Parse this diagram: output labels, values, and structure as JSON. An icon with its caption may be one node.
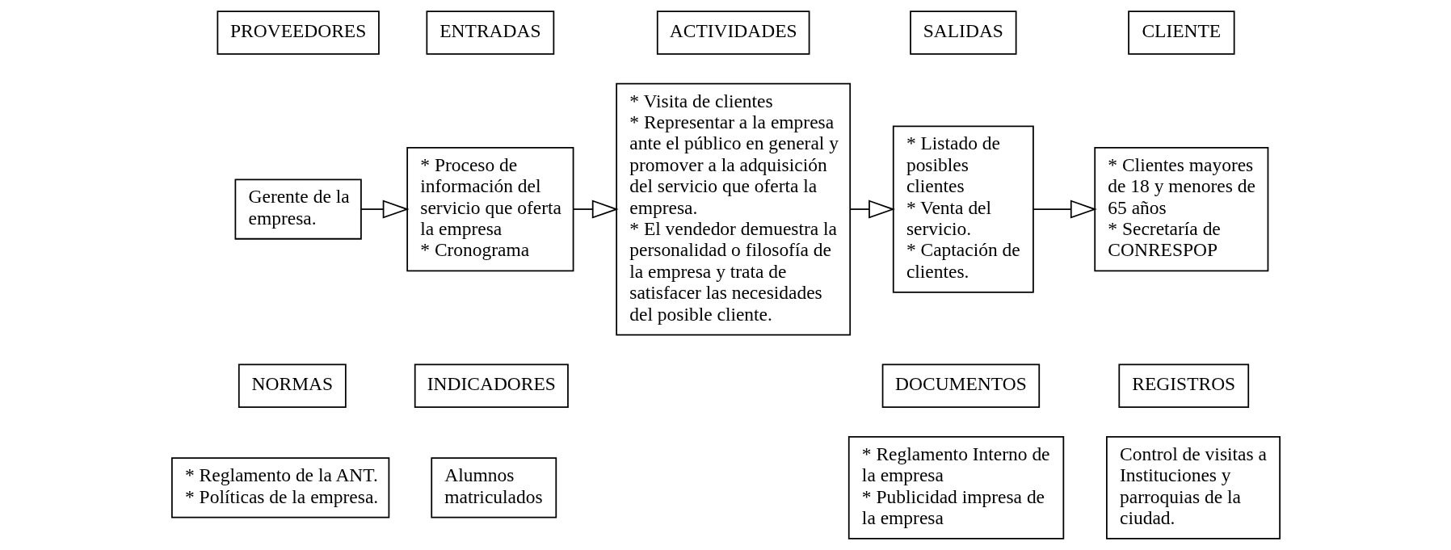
{
  "diagram": {
    "nodes": [
      {
        "text": [
          "PROVEEDORES"
        ]
      },
      {
        "text": [
          "ENTRADAS"
        ]
      },
      {
        "text": [
          "ACTIVIDADES"
        ]
      },
      {
        "text": [
          "SALIDAS"
        ]
      },
      {
        "text": [
          "CLIENTE"
        ]
      },
      {
        "text": [
          "Gerente de la empresa."
        ]
      },
      {
        "text": [
          "* Proceso de información del servicio que oferta la empresa * Cronograma"
        ]
      },
      {
        "text": [
          "* Visita de clientes * Representar a la empresa ante el público en general y promover a la adquisición del servicio que oferta la empresa. * El vendedor demuestra la personalidad o filosofía de la empresa y trata de satisfacer las necesidades del posible cliente."
        ]
      },
      {
        "text": [
          "* Listado de posibles clientes * Venta del servicio. * Captación de clientes."
        ]
      },
      {
        "text": [
          "* Clientes mayores de 18 y menores de 65 años * Secretaría de CONRESPOP"
        ]
      },
      {
        "text": [
          "NORMAS"
        ]
      },
      {
        "text": [
          "INDICADORES"
        ]
      },
      {
        "text": [
          "DOCUMENTOS"
        ]
      },
      {
        "text": [
          "REGISTROS"
        ]
      },
      {
        "text": [
          "* Reglamento de la ANT. * Políticas de la empresa."
        ]
      },
      {
        "text": [
          "Alumnos matriculados"
        ]
      },
      {
        "text": [
          "* Reglamento Interno de la empresa * Publicidad impresa de la empresa"
        ]
      },
      {
        "text": [
          "Control de visitas a Instituciones y parroquias de la ciudad."
        ]
      }
    ],
    "edges": [
      {
        "from": 5,
        "to": 6,
        "arrow": "to"
      },
      {
        "from": 6,
        "to": 7,
        "arrow": "to"
      },
      {
        "from": 7,
        "to": 8,
        "arrow": "to"
      },
      {
        "from": 8,
        "to": 9,
        "arrow": "to"
      }
    ]
  }
}
